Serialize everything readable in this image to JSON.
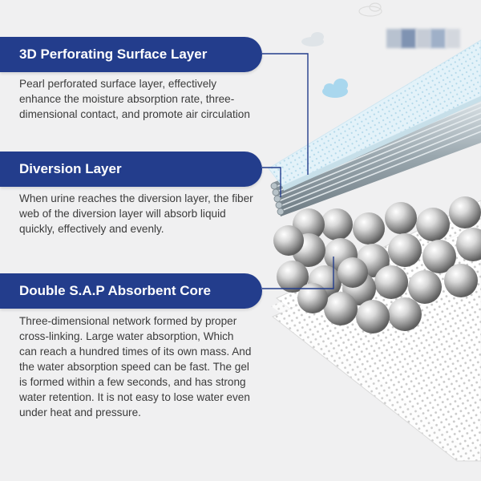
{
  "layers": [
    {
      "title": "3D Perforating Surface Layer",
      "description": "Pearl perforated surface layer, effectively enhance the moisture absorption rate, three-dimensional contact, and promote air circulation"
    },
    {
      "title": "Diversion Layer",
      "description": "When urine reaches the diversion layer, the fiber web of the diversion layer will absorb liquid quickly, effectively and evenly."
    },
    {
      "title": "Double S.A.P Absorbent Core",
      "description": "Three-dimensional network formed by proper cross-linking. Large water absorption, Which can reach a hundred times of its own mass. And the water absorption speed can be fast. The gel is formed within a few seconds, and has strong water retention. It is not easy to lose water even under heat and pressure."
    }
  ],
  "colors": {
    "banner": "#233d8c",
    "background": "#f0f0f1",
    "text": "#3b3b3b"
  },
  "icons": [
    "cloud-icon",
    "cloud-icon",
    "cloud-icon"
  ]
}
